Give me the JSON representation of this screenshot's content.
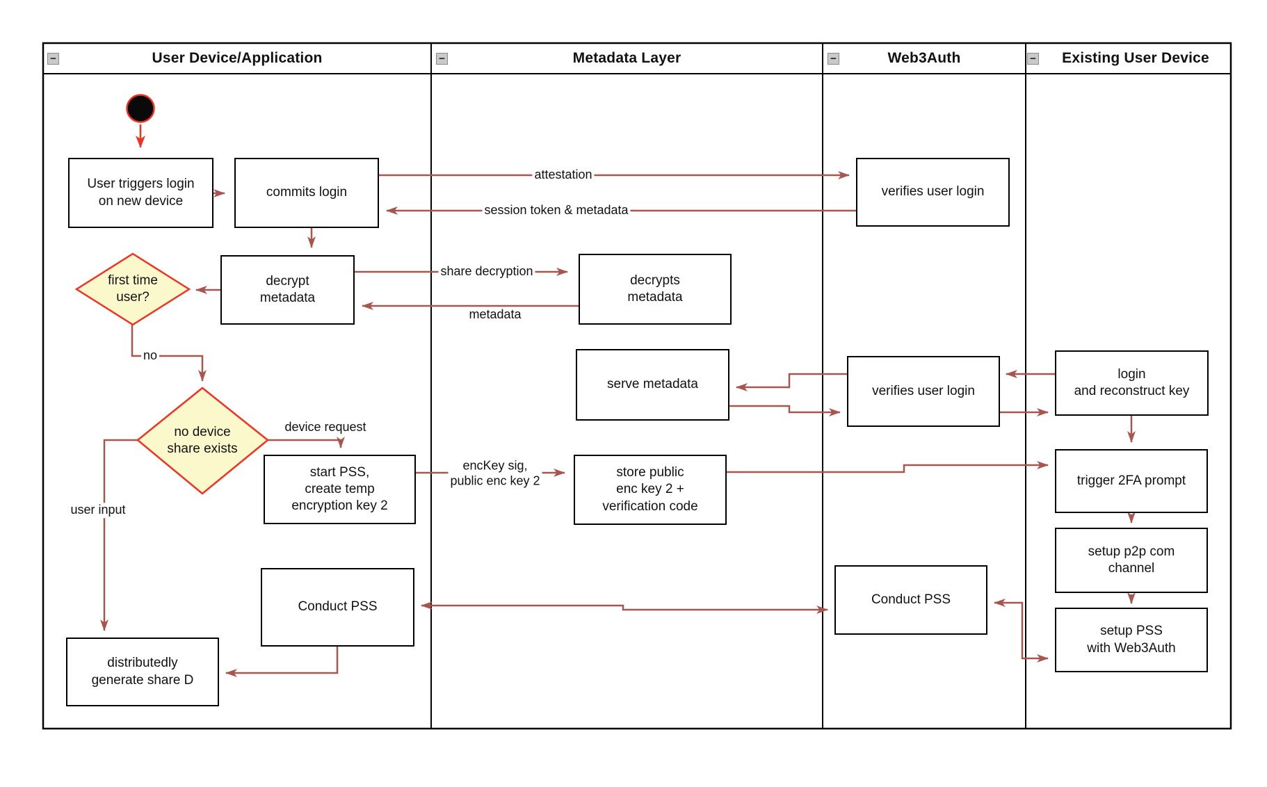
{
  "ui": {
    "collapse_glyph": "−"
  },
  "colors": {
    "edge_arrow": "#A6564E",
    "accent_red": "#F03222",
    "diamond_fill": "#FBF9CB",
    "node_border": "#000000",
    "collapse_button_bg": "#C9C9C9"
  },
  "lanes": [
    {
      "title": "User Device/Application"
    },
    {
      "title": "Metadata Layer"
    },
    {
      "title": "Web3Auth"
    },
    {
      "title": "Existing User Device"
    }
  ],
  "nodes": {
    "user_triggers": {
      "label": "User triggers login\non new device"
    },
    "commits_login": {
      "label": "commits login"
    },
    "verifies_login_1": {
      "label": "verifies user login"
    },
    "decrypt_metadata": {
      "label": "decrypt\nmetadata"
    },
    "decrypts_metadata": {
      "label": "decrypts\nmetadata"
    },
    "serve_metadata": {
      "label": "serve metadata"
    },
    "verifies_login_2": {
      "label": "verifies user login"
    },
    "login_reconstruct": {
      "label": "login\nand reconstruct key"
    },
    "start_pss": {
      "label": "start PSS,\ncreate temp\nencryption key 2"
    },
    "store_public": {
      "label": "store public\nenc key 2 +\nverification code"
    },
    "trigger_2fa": {
      "label": "trigger 2FA prompt"
    },
    "setup_p2p": {
      "label": "setup p2p com\nchannel"
    },
    "setup_pss": {
      "label": "setup PSS\nwith Web3Auth"
    },
    "conduct_pss_user": {
      "label": "Conduct PSS"
    },
    "conduct_pss_w3a": {
      "label": "Conduct PSS"
    },
    "distributedly": {
      "label": "distributedly\ngenerate share D"
    },
    "first_time_user": {
      "label": "first time\nuser?"
    },
    "no_device_share": {
      "label": "no device\nshare exists"
    }
  },
  "edge_labels": {
    "attestation": "attestation",
    "session_token": "session token & metadata",
    "share_decryption": "share decryption",
    "metadata": "metadata",
    "no": "no",
    "device_request": "device request",
    "user_input": "user input",
    "enckey": "encKey sig,\npublic enc key 2"
  }
}
